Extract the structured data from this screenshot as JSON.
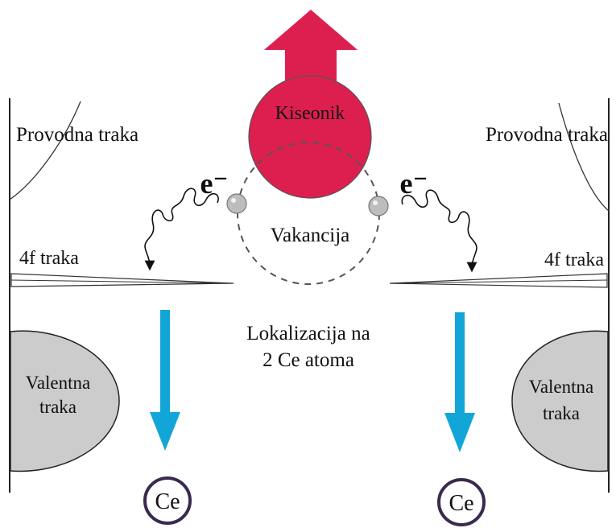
{
  "labels": {
    "oxygen": "Kiseonik",
    "vacancy": "Vakancija",
    "conduction_left": "Provodna traka",
    "conduction_right": "Provodna traka",
    "band4f_left": "4f traka",
    "band4f_right": "4f traka",
    "localization_line1": "Lokalizacija na",
    "localization_line2": "2 Ce atoma",
    "valence_left_line1": "Valentna",
    "valence_left_line2": "traka",
    "valence_right_line1": "Valentna",
    "valence_right_line2": "traka",
    "electron_left": "e⁻",
    "electron_right": "e⁻",
    "ce_left": "Ce",
    "ce_right": "Ce"
  },
  "colors": {
    "oxygen_fill": "#dd1f4f",
    "up_arrow": "#dd1f4f",
    "down_arrow": "#12a6d8",
    "valence_fill": "#cccccc",
    "ce_ring": "#3a2a4f",
    "electron_fill": "#bdbdbd"
  }
}
